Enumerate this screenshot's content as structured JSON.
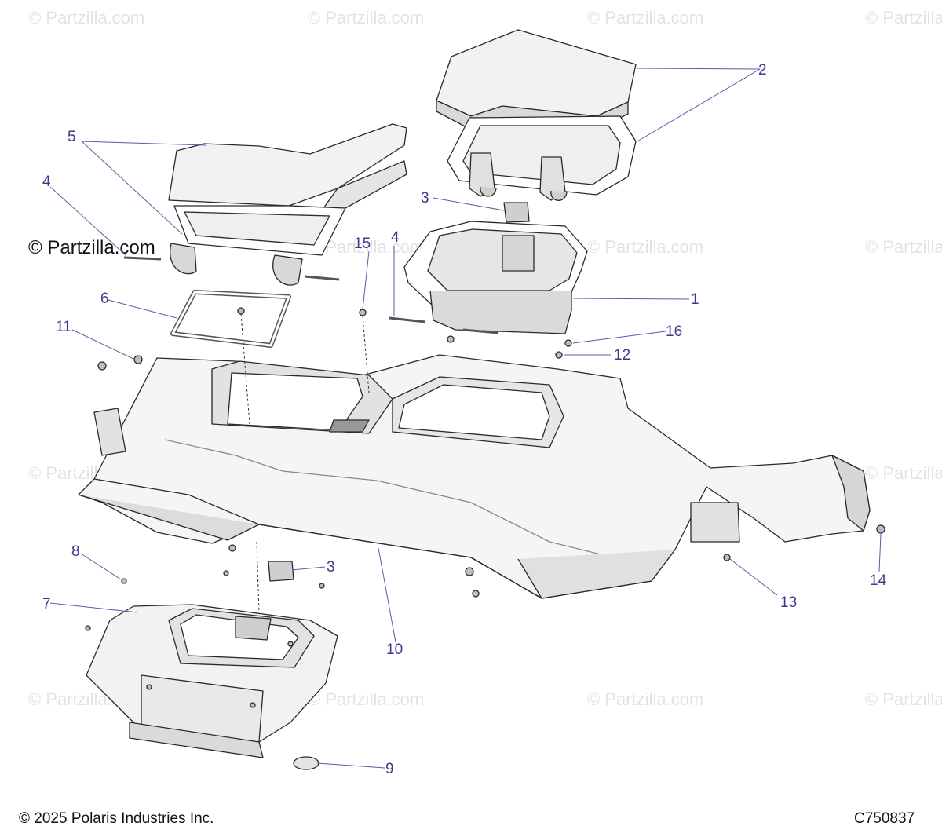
{
  "watermark": {
    "text": "© Partzilla.com",
    "prominent_text": "© Partzilla.com"
  },
  "callouts": [
    {
      "id": "c1",
      "label": "1"
    },
    {
      "id": "c2",
      "label": "2"
    },
    {
      "id": "c3a",
      "label": "3"
    },
    {
      "id": "c3b",
      "label": "3"
    },
    {
      "id": "c4a",
      "label": "4"
    },
    {
      "id": "c4b",
      "label": "4"
    },
    {
      "id": "c5",
      "label": "5"
    },
    {
      "id": "c6",
      "label": "6"
    },
    {
      "id": "c7",
      "label": "7"
    },
    {
      "id": "c8",
      "label": "8"
    },
    {
      "id": "c9",
      "label": "9"
    },
    {
      "id": "c10",
      "label": "10"
    },
    {
      "id": "c11",
      "label": "11"
    },
    {
      "id": "c12",
      "label": "12"
    },
    {
      "id": "c13",
      "label": "13"
    },
    {
      "id": "c14",
      "label": "14"
    },
    {
      "id": "c15",
      "label": "15"
    },
    {
      "id": "c16",
      "label": "16"
    }
  ],
  "footer": {
    "copyright": "© 2025 Polaris Industries Inc.",
    "diagram_code": "C750837"
  },
  "colors": {
    "callout": "#3b3b8c",
    "leader": "#5a5aa8",
    "part_stroke": "#2a2a2a",
    "part_fill": "#ffffff",
    "part_shade": "#e6e6e6",
    "watermark": "#e3e3e3"
  }
}
